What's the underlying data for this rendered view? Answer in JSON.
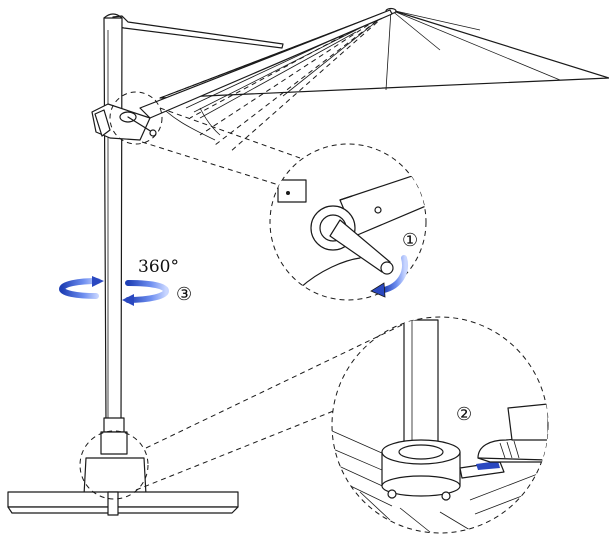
{
  "diagram": {
    "rotation_label": "360°",
    "steps": [
      {
        "id": "step-1",
        "marker": "①"
      },
      {
        "id": "step-2",
        "marker": "②"
      },
      {
        "id": "step-3",
        "marker": "③"
      }
    ],
    "colors": {
      "line": "#1a1a1a",
      "arrow_blue": "#3a55c8",
      "background": "#ffffff"
    }
  }
}
